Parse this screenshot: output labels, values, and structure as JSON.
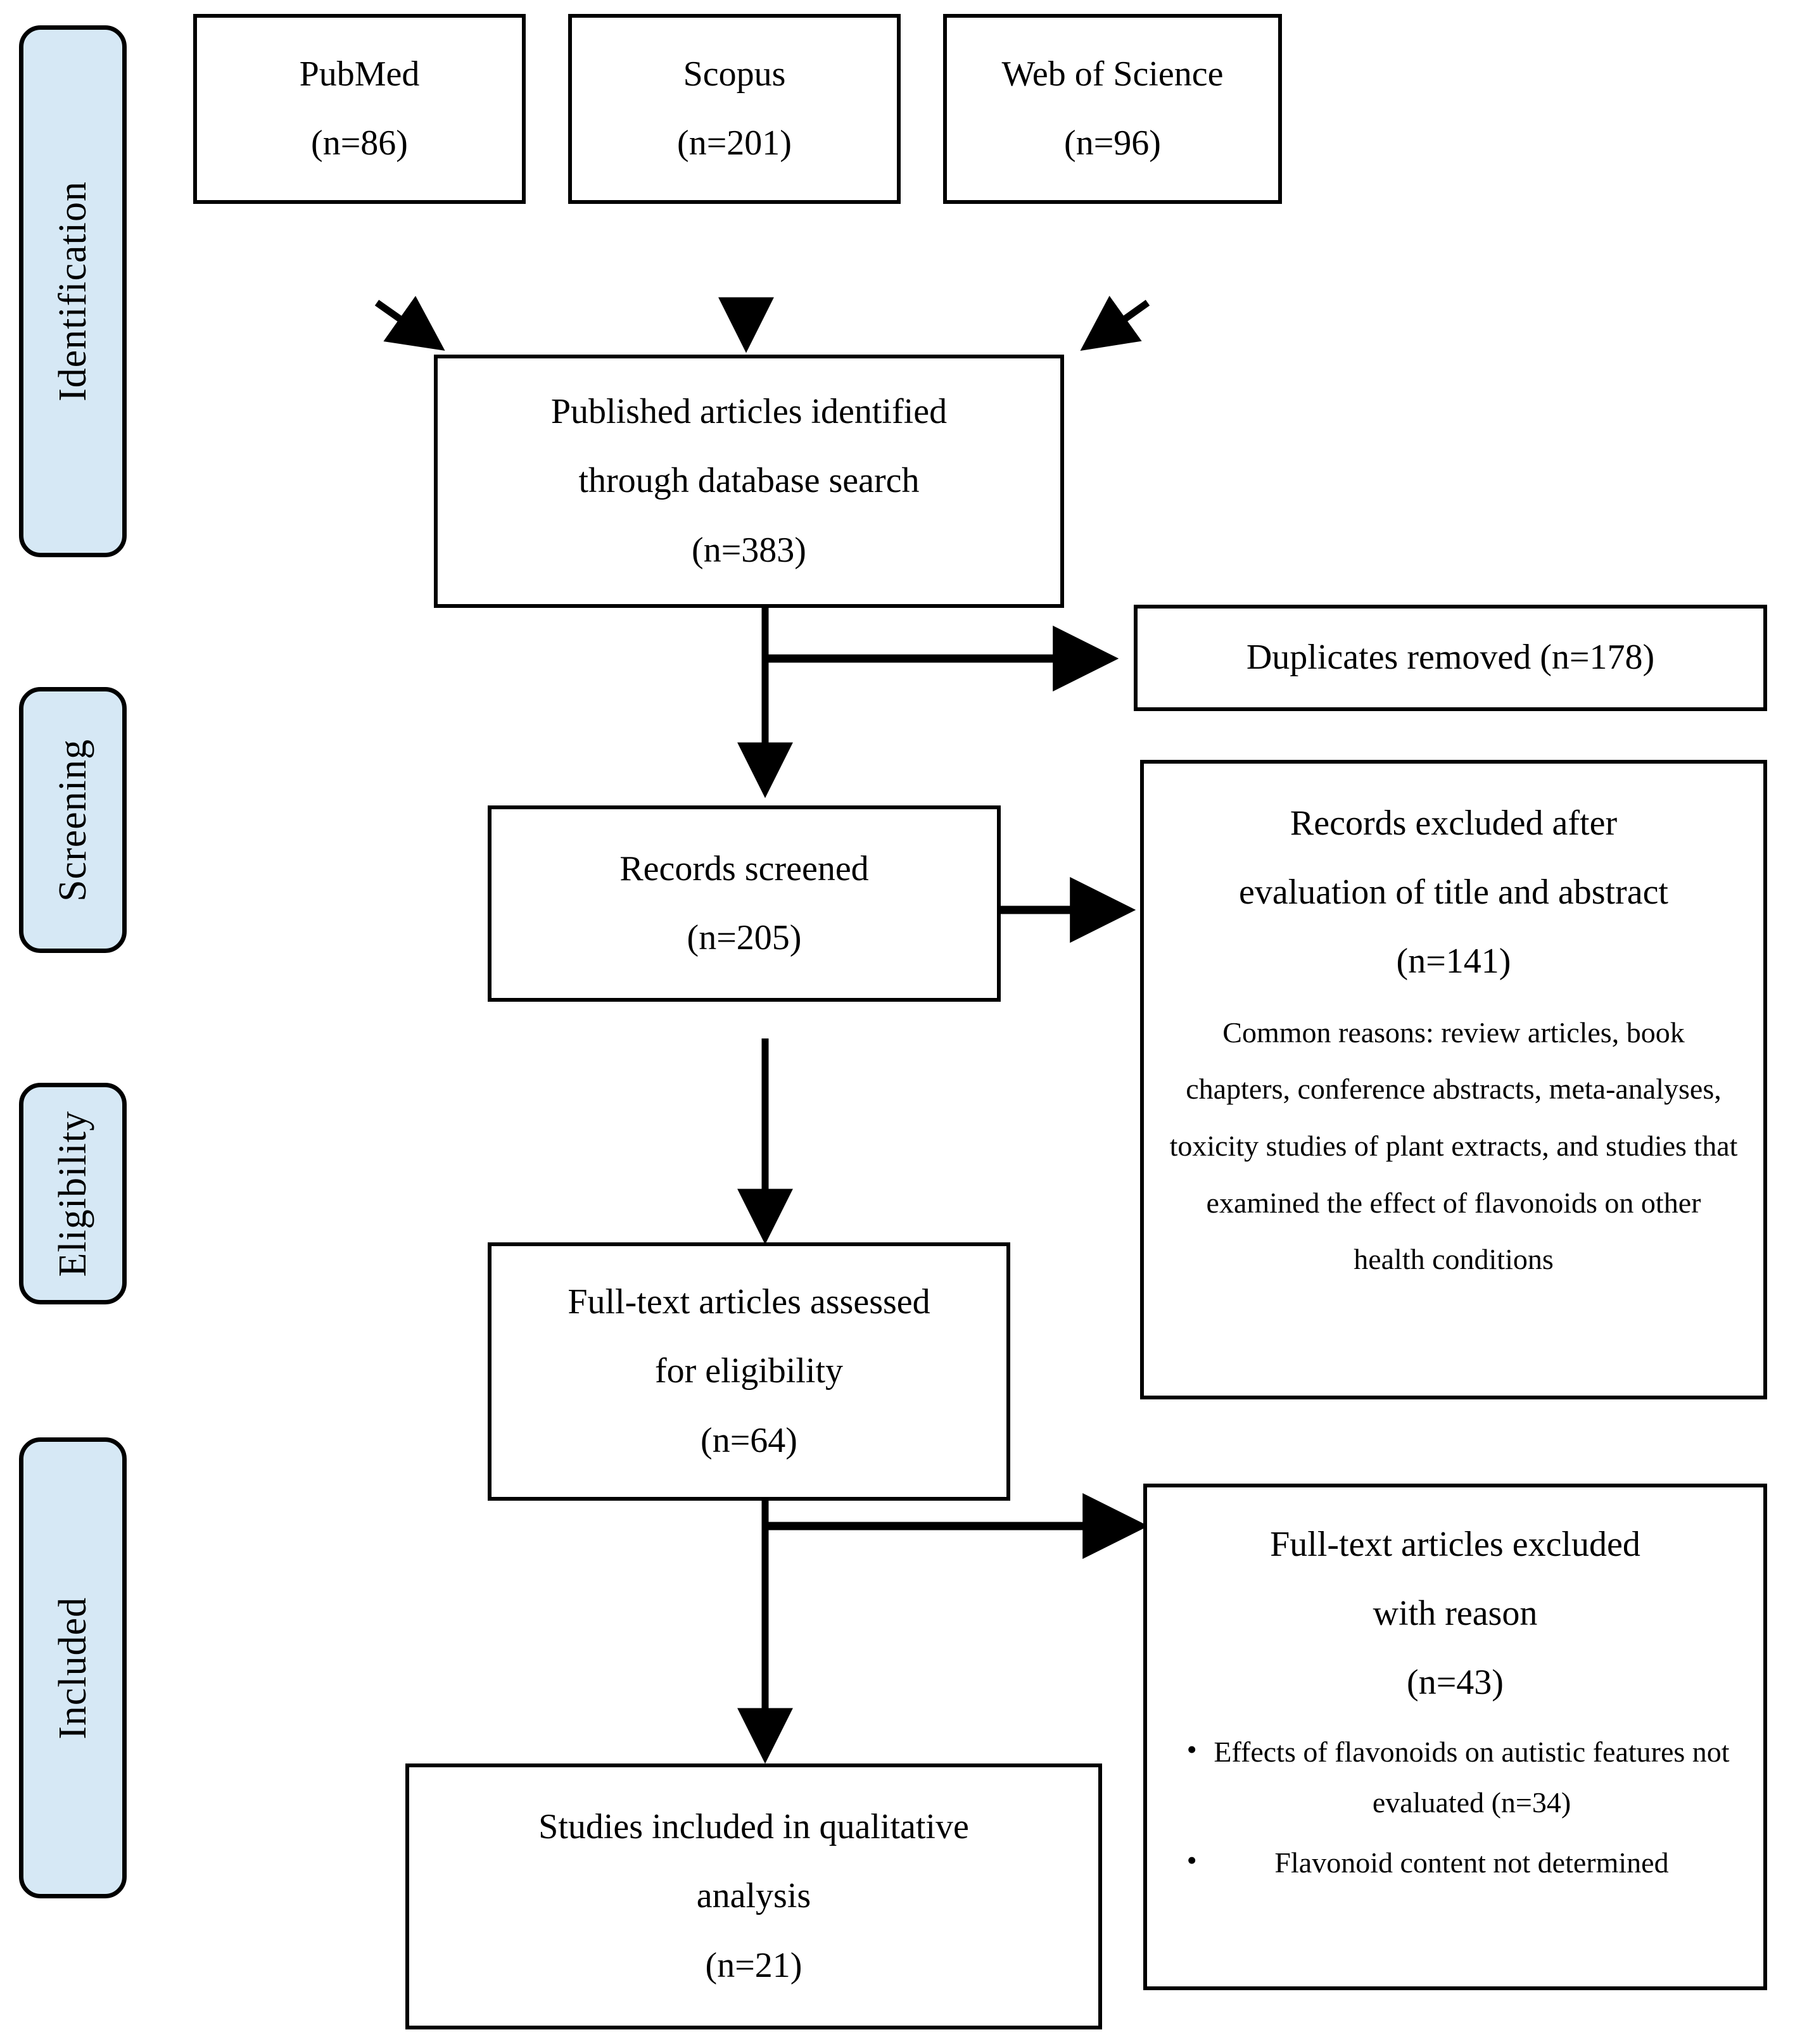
{
  "diagram": {
    "type": "prisma-flow-diagram",
    "title": "PRISMA study selection flow diagram"
  },
  "stages": [
    {
      "id": "identification",
      "label": "Identification"
    },
    {
      "id": "screening",
      "label": "Screening"
    },
    {
      "id": "eligibility",
      "label": "Eligibility"
    },
    {
      "id": "included",
      "label": "Included"
    }
  ],
  "sources": [
    {
      "id": "pubmed",
      "name": "PubMed",
      "count": "(n=86)"
    },
    {
      "id": "scopus",
      "name": "Scopus",
      "count": "(n=201)"
    },
    {
      "id": "web-of-science",
      "name": "Web of Science",
      "count": "(n=96)"
    }
  ],
  "boxes": {
    "identified": {
      "line1": "Published articles identified",
      "line2": "through database search",
      "count": "(n=383)"
    },
    "duplicates_removed": {
      "text": "Duplicates removed (n=178)"
    },
    "records_screened": {
      "line1": "Records screened",
      "count": "(n=205)"
    },
    "records_excluded": {
      "line1": "Records excluded after",
      "line2": "evaluation of title and abstract",
      "count": "(n=141)",
      "reasons": "Common reasons: review articles, book chapters, conference abstracts, meta-analyses, toxicity studies of plant extracts, and studies that examined the effect of flavonoids on other health conditions"
    },
    "fulltext_assessed": {
      "line1": "Full-text articles assessed",
      "line2": "for eligibility",
      "count": "(n=64)"
    },
    "fulltext_excluded": {
      "line1": "Full-text articles excluded",
      "line2": "with reason",
      "count": "(n=43)",
      "bullets": [
        "Effects of flavonoids on autistic features not evaluated (n=34)",
        "Flavonoid content not determined"
      ]
    },
    "studies_included": {
      "line1": "Studies included in qualitative",
      "line2": "analysis",
      "count": "(n=21)"
    }
  },
  "colors": {
    "stage_fill": "#d6e8f5",
    "stroke": "#000000",
    "box_fill": "#ffffff",
    "page_background": "#ffffff"
  }
}
